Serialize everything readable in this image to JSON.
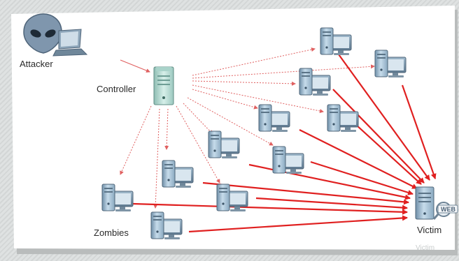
{
  "diagram": {
    "labels": {
      "attacker": "Attacker",
      "controller": "Controller",
      "zombies": "Zombies",
      "victim": "Victim",
      "web_badge": "WEB",
      "reflection": "Victim"
    },
    "colors": {
      "attack_arrow": "#e02020",
      "control_arrow": "#e06060",
      "server_body": "#a8c8e0",
      "controller_body": "#b9ddd6",
      "panel": "#ffffff"
    },
    "icons": {
      "attacker": "alien-icon",
      "laptop": "laptop-icon",
      "controller": "server-tower-icon",
      "zombie": "computer-icon",
      "victim": "web-server-icon"
    }
  }
}
